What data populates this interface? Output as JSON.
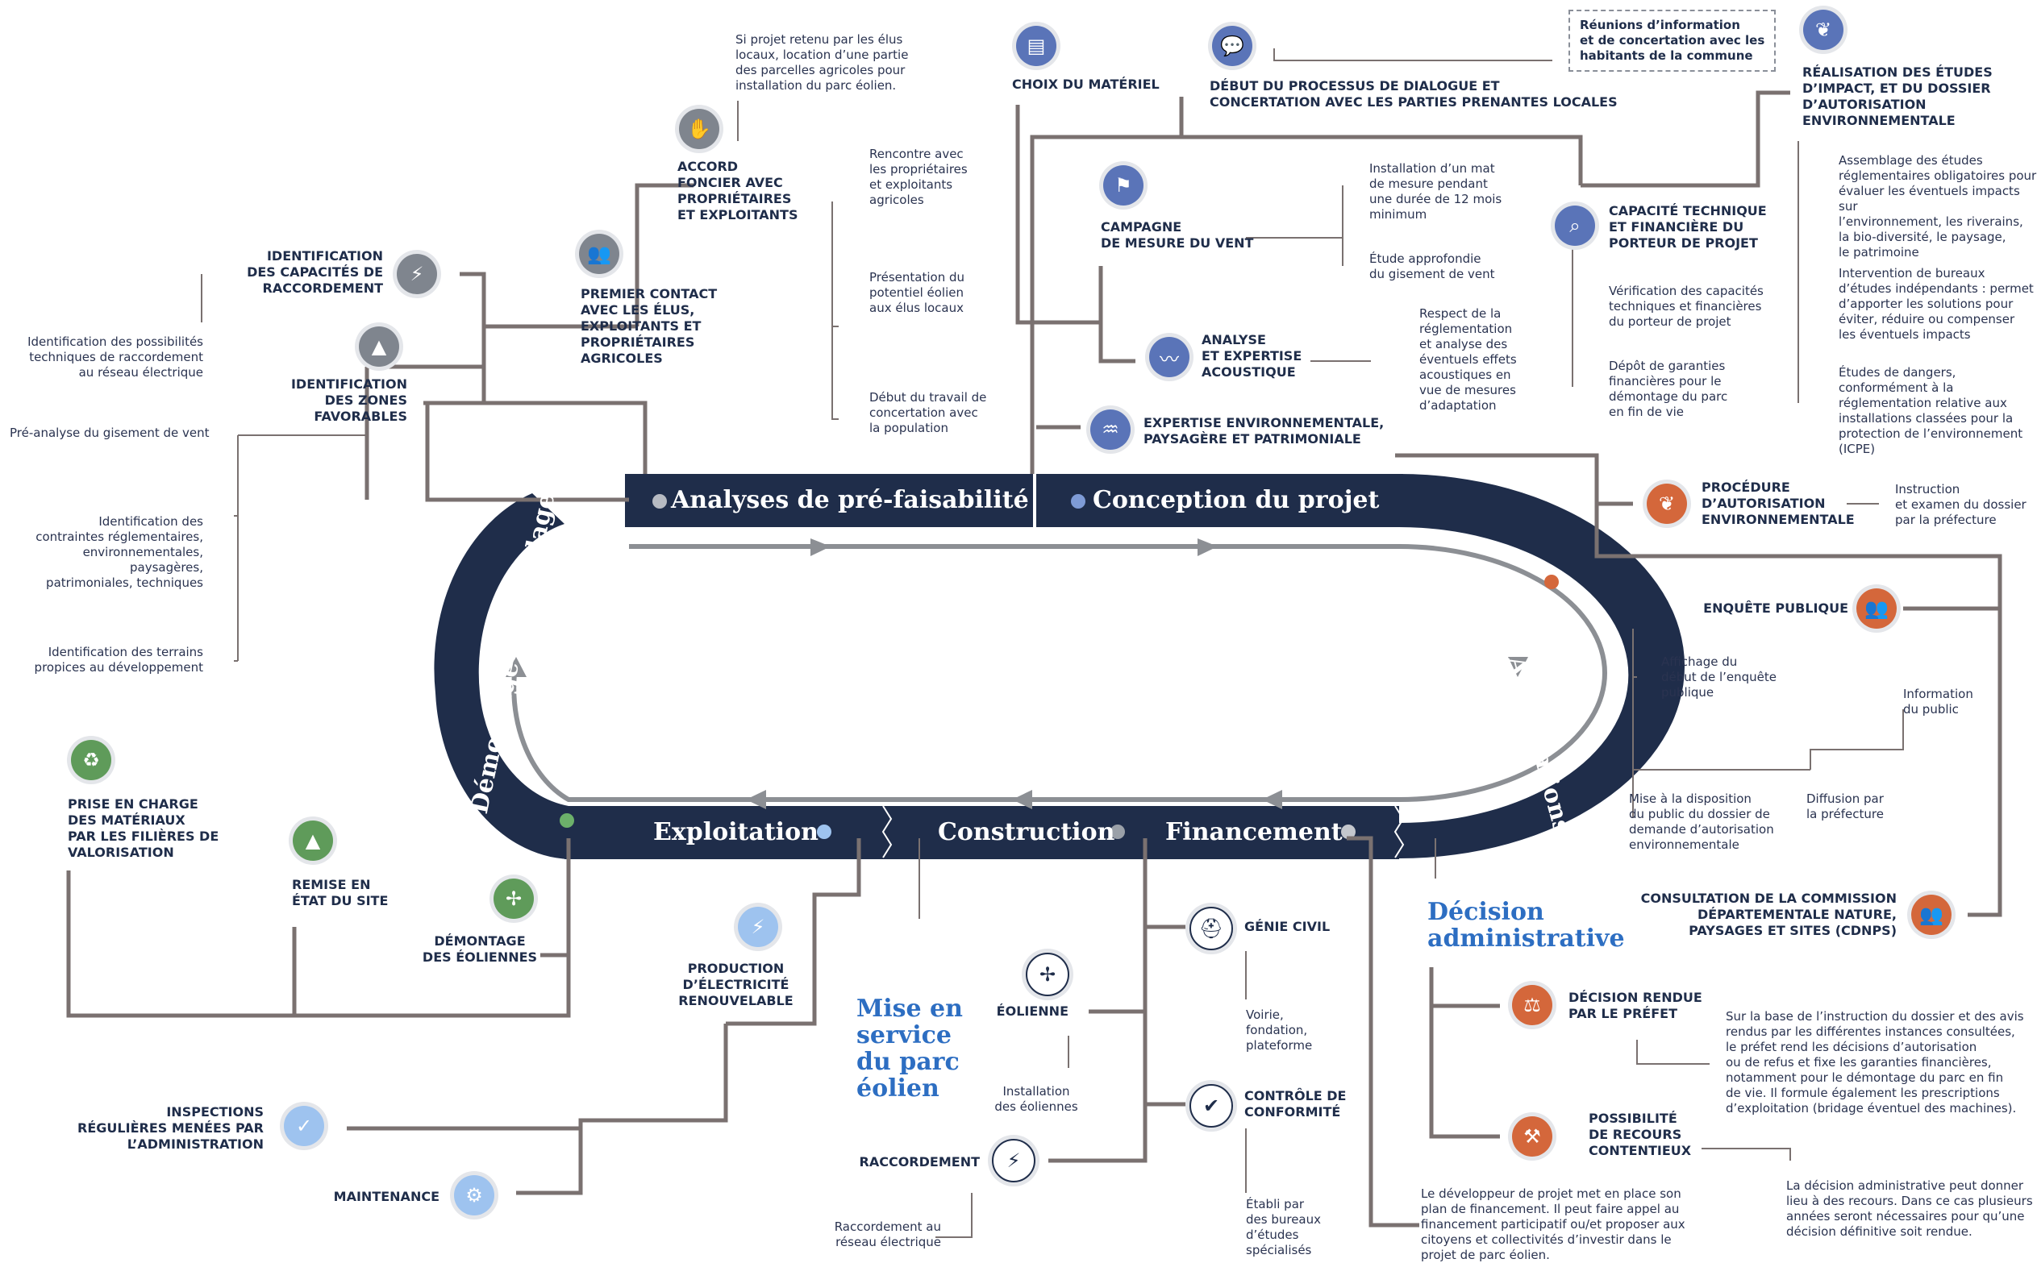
{
  "phases": {
    "pre_faisabilite": "Analyses de pré-faisabilité",
    "conception": "Conception du projet",
    "autorisations": "Autorisations",
    "financement": "Financement",
    "construction": "Construction",
    "exploitation": "Exploitation",
    "demontage": "Démontage et recyclage"
  },
  "milestones": {
    "mise_en_service": "Mise en\nservice\ndu parc\néolien",
    "decision_admin": "Décision\nadministrative"
  },
  "pre_faisabilite": {
    "si_projet": "Si projet retenu par les élus\nlocaux, location d’une partie\ndes parcelles agricoles pour\ninstallation du parc éolien.",
    "accord_foncier": "ACCORD\nFONCIER AVEC\nPROPRIÉTAIRES\nET EXPLOITANTS",
    "rencontre": "Rencontre avec\nles propriétaires\net exploitants\nagricoles",
    "presentation": "Présentation du\npotentiel éolien\naux élus locaux",
    "debut_travail": "Début du travail de\nconcertation avec\nla population",
    "premier_contact": "PREMIER CONTACT\nAVEC LES ÉLUS,\nEXPLOITANTS ET\nPROPRIÉTAIRES\nAGRICOLES",
    "capacites_raccordement": "IDENTIFICATION\nDES CAPACITÉS DE\nRACCORDEMENT",
    "possibilites_raccordement": "Identification des possibilités\ntechniques de raccordement\nau réseau électrique",
    "zones_favorables": "IDENTIFICATION\nDES ZONES\nFAVORABLES",
    "pre_analyse": "Pré-analyse du gisement de vent",
    "contraintes": "Identification des\ncontraintes réglementaires,\nenvironnementales, paysagères,\npatrimoniales, techniques",
    "terrains": "Identification des terrains\npropices au développement"
  },
  "conception": {
    "choix_materiel": "CHOIX DU MATÉRIEL",
    "debut_processus": "DÉBUT DU PROCESSUS DE DIALOGUE ET\nCONCERTATION AVEC LES PARTIES PRENANTES LOCALES",
    "reunions": "Réunions d’information\net de concertation avec les\nhabitants de la commune",
    "campagne": "CAMPAGNE\nDE MESURE DU VENT",
    "installation_mat": "Installation d’un mat\nde mesure pendant\nune durée de 12 mois\nminimum",
    "etude_gisement": "Étude approfondie\ndu gisement de vent",
    "analyse_acoustique": "ANALYSE\nET EXPERTISE\nACOUSTIQUE",
    "respect": "Respect de la\nréglementation\net analyse des\néventuels effets\nacoustiques en\nvue de mesures\nd’adaptation",
    "expertise_env": "EXPERTISE ENVIRONNEMENTALE,\nPAYSAGÈRE ET PATRIMONIALE",
    "capacite_tech": "CAPACITÉ TECHNIQUE\nET FINANCIÈRE DU\nPORTEUR DE PROJET",
    "verification": "Vérification des capacités\ntechniques et financières\ndu porteur de projet",
    "depot": "Dépôt de garanties\nfinancières pour le\ndémontage du parc\nen fin de vie",
    "realisation": "RÉALISATION DES ÉTUDES\nD’IMPACT, ET DU DOSSIER\nD’AUTORISATION\nENVIRONNEMENTALE",
    "assemblage": "Assemblage des études\nréglementaires obligatoires pour\névaluer les éventuels impacts sur\nl’environnement, les riverains,\nla bio-diversité, le paysage,\nle patrimoine",
    "intervention": "Intervention de bureaux\nd’études indépendants : permet\nd’apporter les solutions pour\néviter, réduire ou compenser\nles éventuels impacts",
    "dangers": "Études de dangers,\nconformément à la\nréglementation relative aux\ninstallations classées pour la\nprotection de l’environnement\n(ICPE)"
  },
  "autorisations": {
    "procedure": "PROCÉDURE\nD’AUTORISATION\nENVIRONNEMENTALE",
    "instruction": "Instruction\net examen du dossier\npar la préfecture",
    "enquete": "ENQUÊTE PUBLIQUE",
    "affichage": "Affichage du\ndébut de l’enquête\npublique",
    "information": "Information\ndu public",
    "mise_disposition": "Mise à la disposition\ndu public du dossier de\ndemande d’autorisation\nenvironnementale",
    "diffusion": "Diffusion par\nla préfecture",
    "consultation": "CONSULTATION DE LA COMMISSION\nDÉPARTEMENTALE NATURE,\nPAYSAGES ET SITES (CDNPS)",
    "decision_prefet": "DÉCISION RENDUE\nPAR LE PRÉFET",
    "sur_la_base": "Sur la base de l’instruction du dossier et des avis\nrendus par les différentes instances consultées,\nle préfet rend les décisions d’autorisation\nou de refus et fixe les garanties financières,\nnotamment pour le démontage du parc en fin\nde vie. Il formule également les prescriptions\nd’exploitation (bridage éventuel des machines).",
    "recours": "POSSIBILITÉ\nDE RECOURS\nCONTENTIEUX",
    "decision_texte": "La décision administrative peut donner\nlieu à des recours. Dans ce cas plusieurs\nannées seront nécessaires pour qu’une\ndécision définitive soit rendue."
  },
  "financement": {
    "developpeur": "Le développeur de projet met en place son\nplan de financement. Il peut faire appel au\nfinancement participatif ou/et proposer aux\ncitoyens et collectivités d’investir dans le\nprojet de parc éolien."
  },
  "construction": {
    "genie_civil": "GÉNIE CIVIL",
    "voirie": "Voirie,\nfondation,\nplateforme",
    "controle": "CONTRÔLE DE\nCONFORMITÉ",
    "etabli": "Établi par\ndes bureaux\nd’études\nspécialisés",
    "eolienne": "ÉOLIENNE",
    "installation_eoliennes": "Installation\ndes éoliennes",
    "raccordement": "RACCORDEMENT",
    "raccordement_reseau": "Raccordement au\nréseau électrique"
  },
  "exploitation": {
    "production": "PRODUCTION\nD’ÉLECTRICITÉ\nRENOUVELABLE",
    "inspections": "INSPECTIONS\nRÉGULIÈRES MENÉES PAR\nL’ADMINISTRATION",
    "maintenance": "MAINTENANCE"
  },
  "demontage": {
    "prise_en_charge": "PRISE EN CHARGE\nDES MATÉRIAUX\nPAR LES FILIÈRES DE\nVALORISATION",
    "remise": "REMISE EN\nÉTAT DU SITE",
    "demontage_eoliennes": "DÉMONTAGE\nDES ÉOLIENNES"
  },
  "colors": {
    "navy": "#1f2d4a",
    "line_grey": "#7a7170",
    "arrow_grey": "#8c8f94",
    "accent_blue": "#2d6ec2",
    "orange": "#d4673b",
    "green": "#5f9b5a"
  }
}
